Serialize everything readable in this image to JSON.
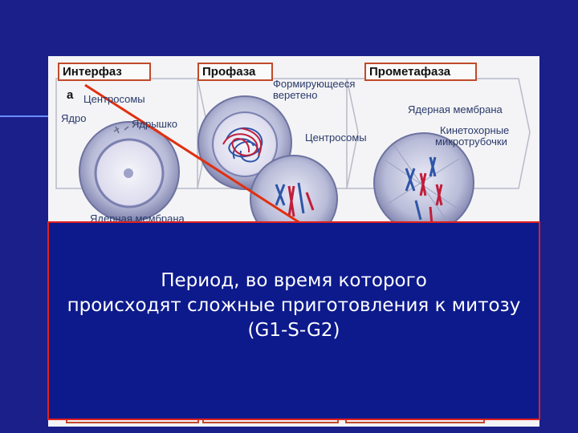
{
  "stages": {
    "interphase": "Интерфаз",
    "interphase_end": "а",
    "prophase": "Профаза",
    "prometaphase": "Прометафаза"
  },
  "labels": {
    "centrosomes_1": "Центросомы",
    "nucleus": "Ядро",
    "nucleolus": "Ядрышко",
    "forming_spindle_1": "Формирующееся",
    "forming_spindle_2": "веретено",
    "nuclear_membrane_top": "Ядерная мембрана",
    "centrosomes_2": "Центросомы",
    "kinetochore_1": "Кинетохорные",
    "kinetochore_2": "микротрубочки",
    "nuclear_membrane_bottom": "Ядерная мембрана"
  },
  "overlay": {
    "line1": "Период, во время которого",
    "line2": "происходят сложные приготовления к митозу",
    "line3": "(G1-S-G2)"
  },
  "colors": {
    "background": "#1a1f8a",
    "overlay_fill": "#0d1a8c",
    "overlay_border": "#e02020",
    "pointer_line": "#e03010"
  }
}
